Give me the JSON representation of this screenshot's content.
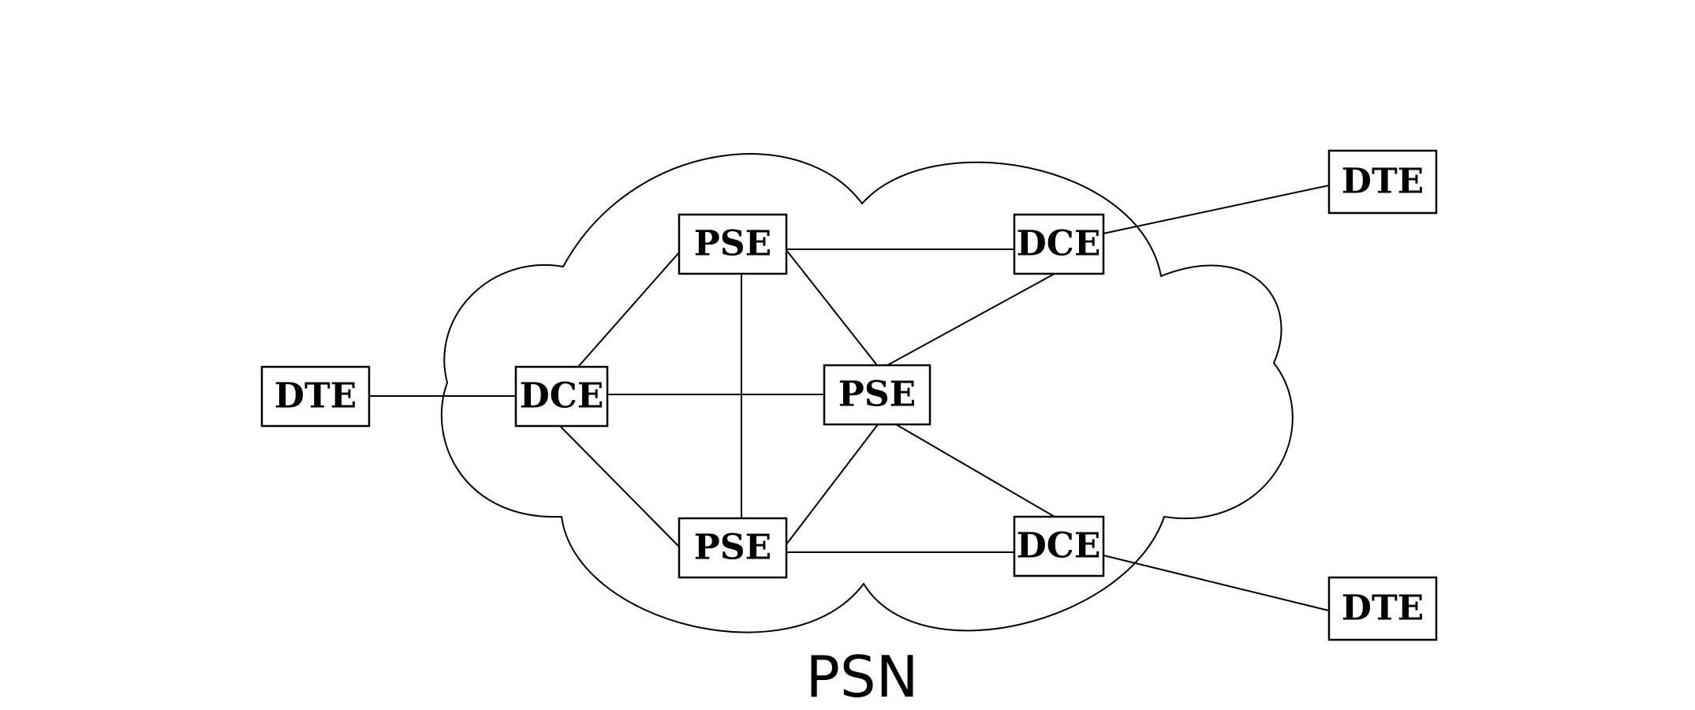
{
  "network": {
    "cloud_label": "PSN"
  },
  "nodes": {
    "dte_left": {
      "label": "DTE",
      "type": "DTE"
    },
    "dte_top_right": {
      "label": "DTE",
      "type": "DTE"
    },
    "dte_bottom_right": {
      "label": "DTE",
      "type": "DTE"
    },
    "dce_left": {
      "label": "DCE",
      "type": "DCE"
    },
    "dce_top_right": {
      "label": "DCE",
      "type": "DCE"
    },
    "dce_bottom_right": {
      "label": "DCE",
      "type": "DCE"
    },
    "pse_top": {
      "label": "PSE",
      "type": "PSE"
    },
    "pse_center": {
      "label": "PSE",
      "type": "PSE"
    },
    "pse_bottom": {
      "label": "PSE",
      "type": "PSE"
    }
  },
  "links": [
    {
      "from": "dte_left",
      "to": "dce_left"
    },
    {
      "from": "dce_left",
      "to": "pse_center"
    },
    {
      "from": "dce_left",
      "to": "pse_top"
    },
    {
      "from": "dce_left",
      "to": "pse_bottom"
    },
    {
      "from": "pse_top",
      "to": "pse_bottom"
    },
    {
      "from": "pse_top",
      "to": "dce_top_right"
    },
    {
      "from": "pse_top",
      "to": "pse_center"
    },
    {
      "from": "pse_center",
      "to": "dce_top_right"
    },
    {
      "from": "pse_center",
      "to": "pse_bottom"
    },
    {
      "from": "pse_center",
      "to": "dce_bottom_right"
    },
    {
      "from": "pse_bottom",
      "to": "dce_bottom_right"
    },
    {
      "from": "dce_top_right",
      "to": "dte_top_right"
    },
    {
      "from": "dce_bottom_right",
      "to": "dte_bottom_right"
    }
  ]
}
